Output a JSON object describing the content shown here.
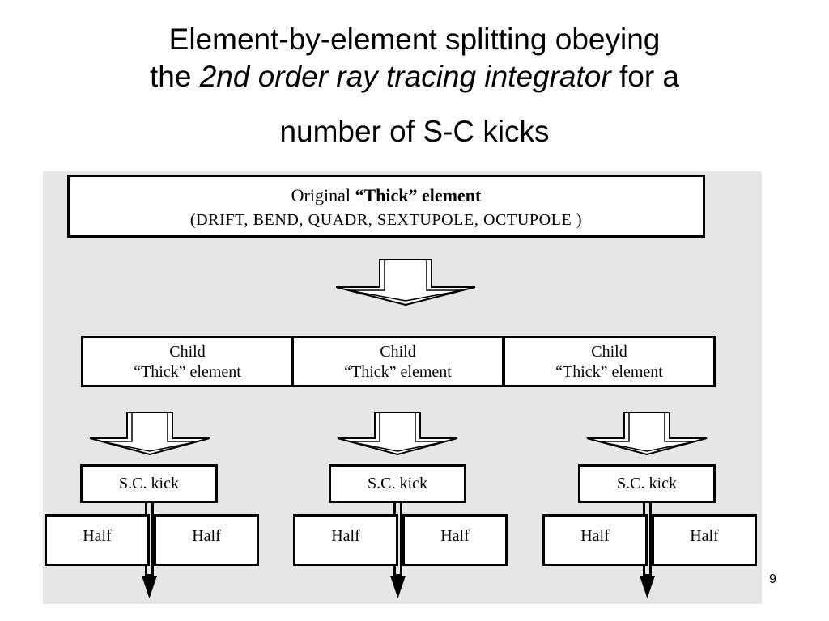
{
  "title": {
    "line1": "Element-by-element splitting obeying",
    "line2_prefix": "the ",
    "line2_italic": "2nd order ray tracing integrator",
    "line2_suffix": " for a",
    "line3": "number of S-C kicks"
  },
  "diagram": {
    "original": {
      "prefix": "Original ",
      "bold": "“Thick” element",
      "types": "(DRIFT, BEND, QUADR, SEXTUPOLE, OCTUPOLE )"
    },
    "children": [
      {
        "line1": "Child",
        "line2": "“Thick” element"
      },
      {
        "line1": "Child",
        "line2": "“Thick” element"
      },
      {
        "line1": "Child",
        "line2": "“Thick” element"
      }
    ],
    "kicks": [
      "S.C. kick",
      "S.C. kick",
      "S.C. kick"
    ],
    "halves": [
      "Half",
      "Half",
      "Half",
      "Half",
      "Half",
      "Half"
    ]
  },
  "page_number": "9"
}
